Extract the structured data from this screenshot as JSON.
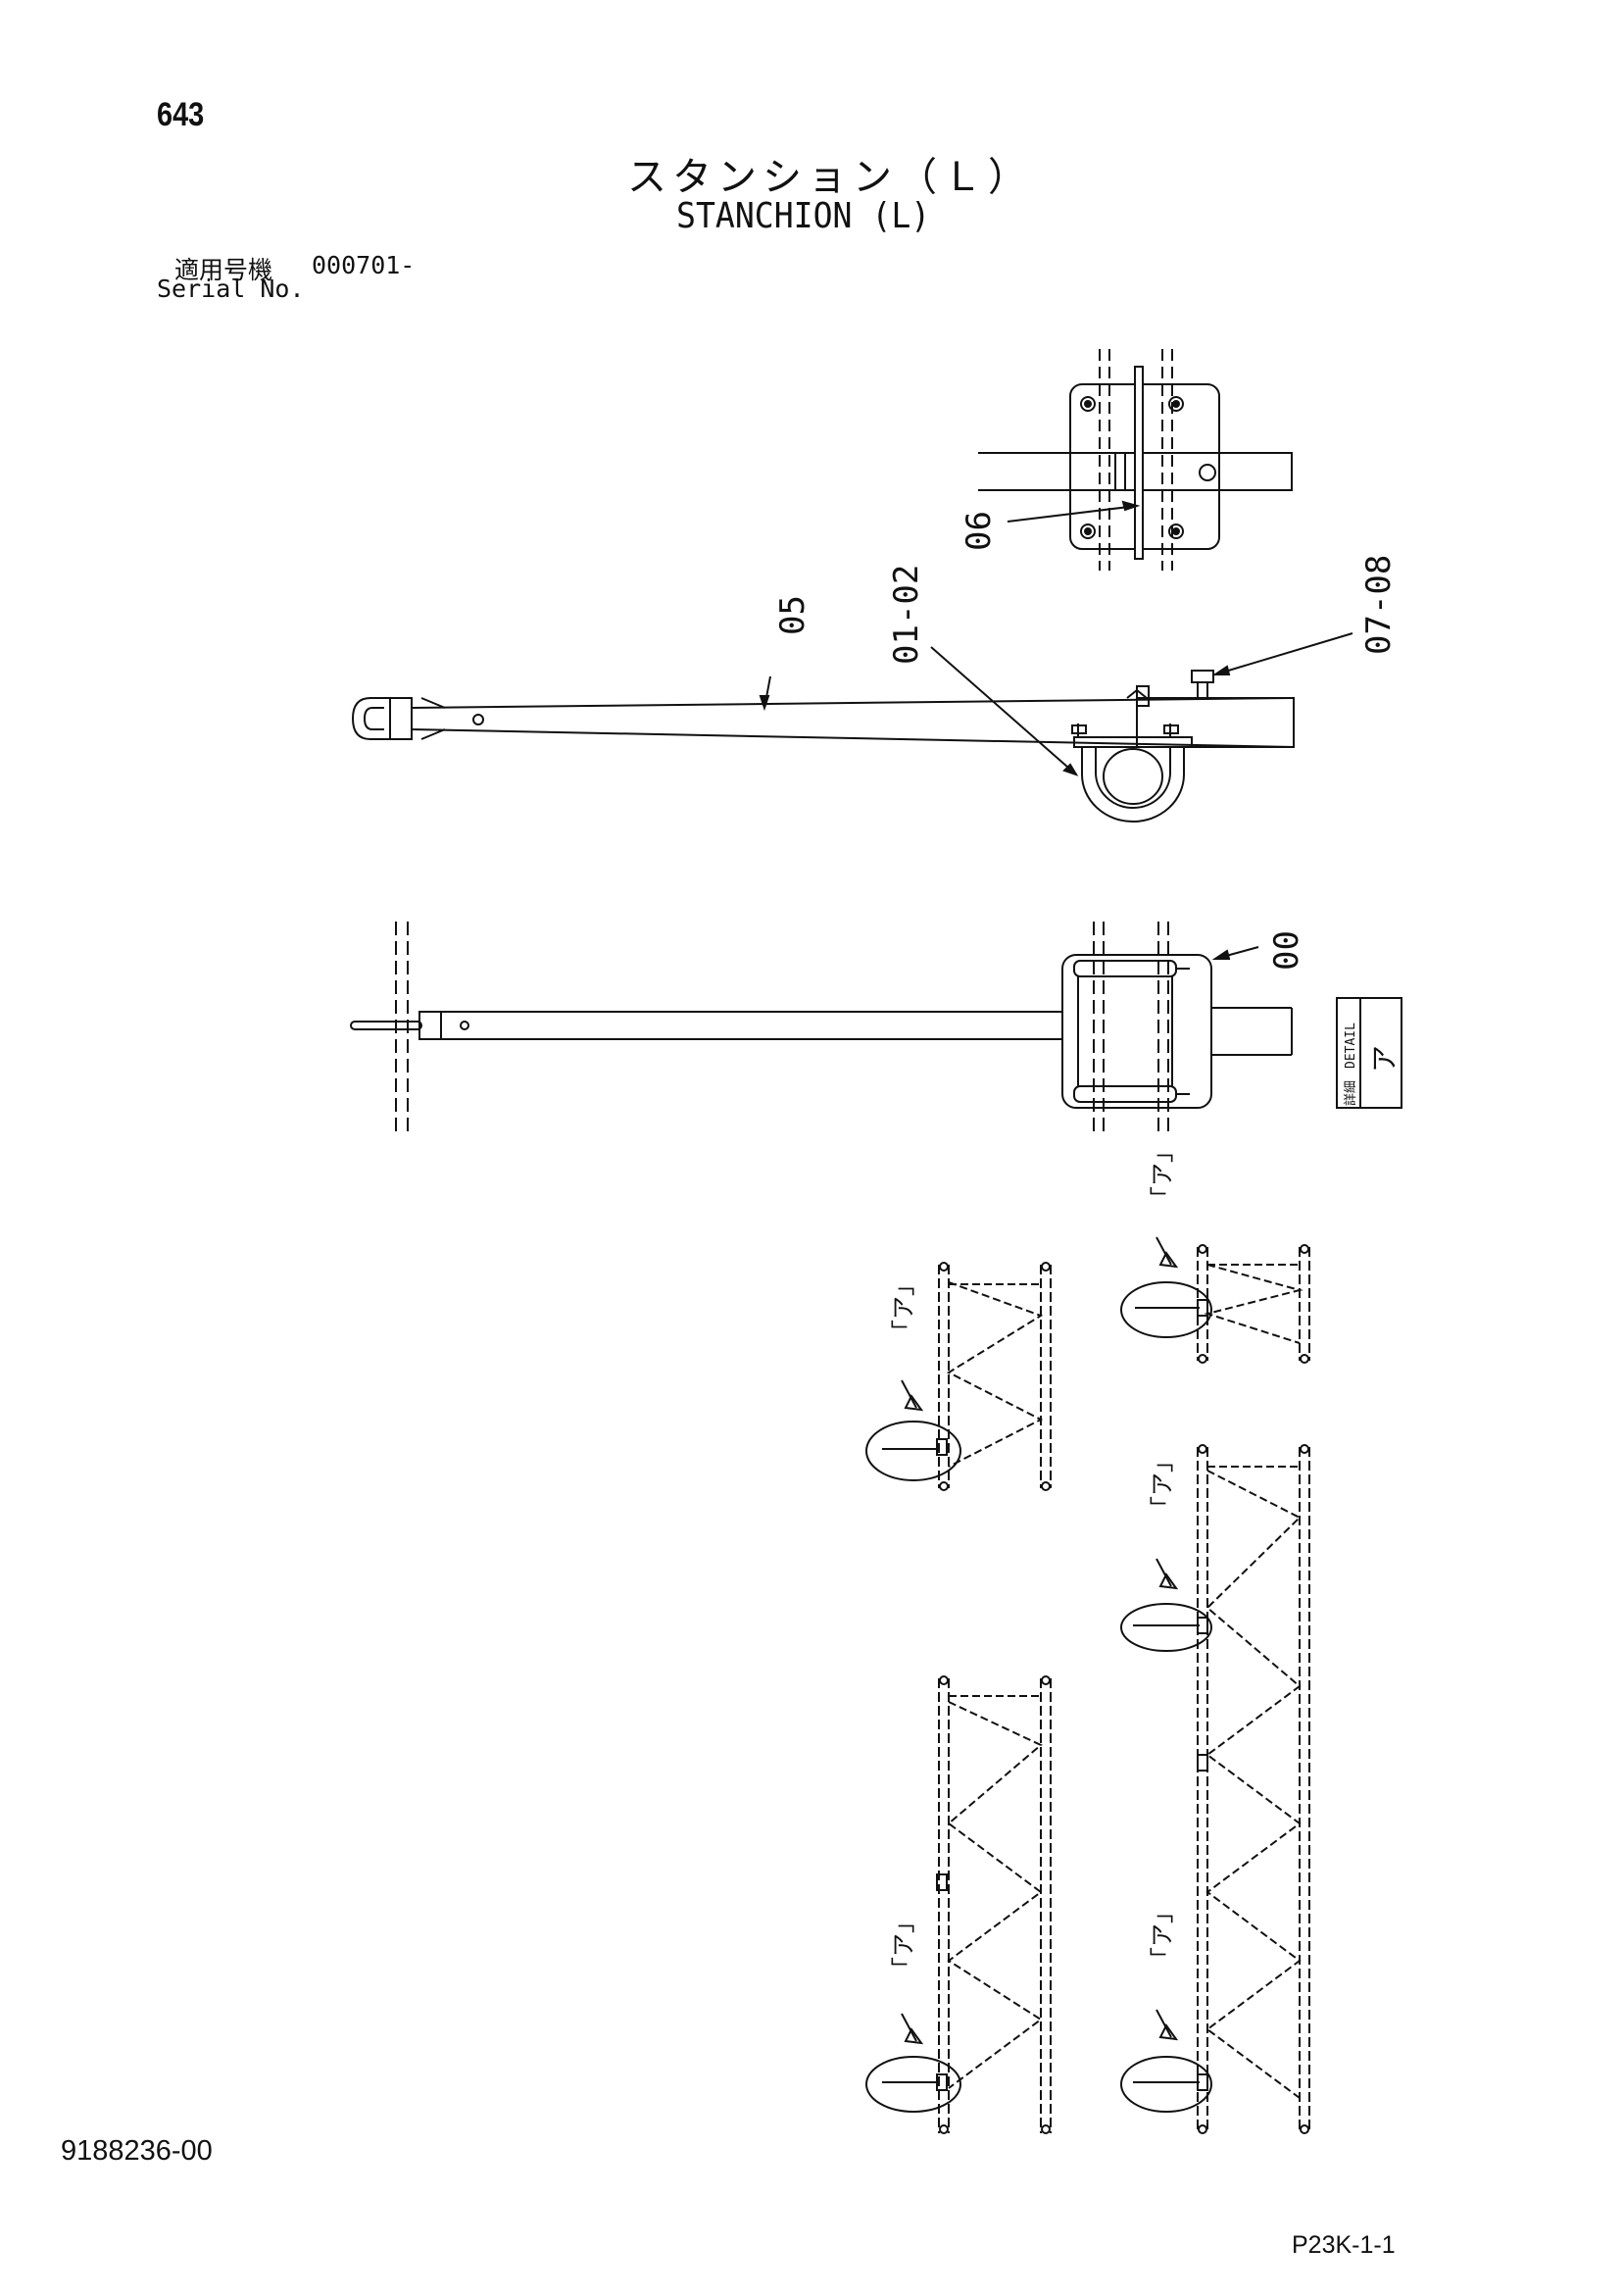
{
  "header": {
    "page_number": "643",
    "title_jp": "スタンション（Ｌ）",
    "title_en": "STANCHION (L)",
    "serial_label_jp": "適用号機",
    "serial_value": "000701-",
    "serial_label_en": "Serial No."
  },
  "callouts": {
    "c06": "06",
    "c05": "05",
    "c0102": "01-02",
    "c0708": "07-08",
    "c00": "00"
  },
  "detail_box": {
    "label_small": "詳細",
    "label_en": "DETAIL",
    "symbol": "ア"
  },
  "detail_marks": {
    "m1": "「ア」",
    "m2": "「ア」",
    "m3": "「ア」",
    "m4": "「ア」",
    "m5": "「ア」"
  },
  "footer": {
    "doc_number": "9188236-00",
    "page_code": "P23K-1-1"
  }
}
